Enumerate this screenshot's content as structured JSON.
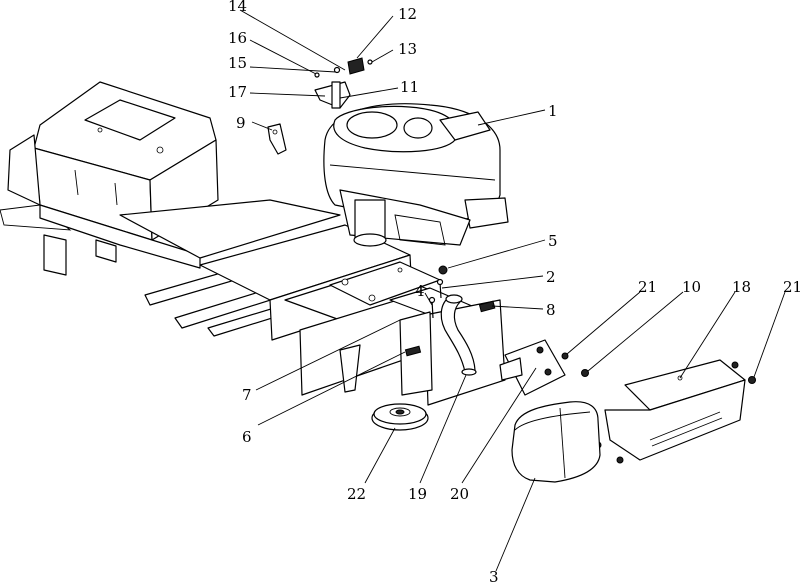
{
  "callouts": [
    {
      "id": "c1",
      "label": "1"
    },
    {
      "id": "c2",
      "label": "2"
    },
    {
      "id": "c3",
      "label": "3"
    },
    {
      "id": "c4",
      "label": "4"
    },
    {
      "id": "c5",
      "label": "5"
    },
    {
      "id": "c6",
      "label": "6"
    },
    {
      "id": "c7",
      "label": "7"
    },
    {
      "id": "c8",
      "label": "8"
    },
    {
      "id": "c9",
      "label": "9"
    },
    {
      "id": "c10",
      "label": "10"
    },
    {
      "id": "c11",
      "label": "11"
    },
    {
      "id": "c12",
      "label": "12"
    },
    {
      "id": "c13",
      "label": "13"
    },
    {
      "id": "c14",
      "label": "14"
    },
    {
      "id": "c15",
      "label": "15"
    },
    {
      "id": "c16",
      "label": "16"
    },
    {
      "id": "c17",
      "label": "17"
    },
    {
      "id": "c18",
      "label": "18"
    },
    {
      "id": "c19",
      "label": "19"
    },
    {
      "id": "c20",
      "label": "20"
    },
    {
      "id": "c21a",
      "label": "21"
    },
    {
      "id": "c21b",
      "label": "21"
    },
    {
      "id": "c22",
      "label": "22"
    }
  ]
}
